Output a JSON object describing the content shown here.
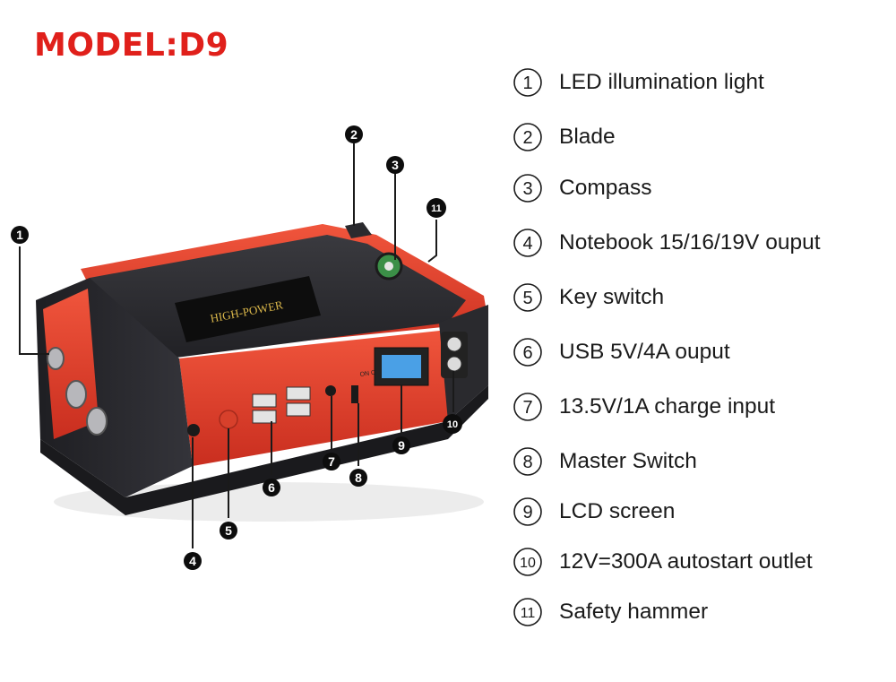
{
  "title": "MODEL:D9",
  "device_label": "HIGH-POWER",
  "switch_label": "ON OFF",
  "colors": {
    "title_red": "#e0201b",
    "shell_red": "#e8402c",
    "shell_dark": "#2b2b2f",
    "text_dark": "#1a1a1a",
    "badge_black": "#0d0d0d"
  },
  "legend": [
    {
      "num": "1",
      "text": "LED illumination light"
    },
    {
      "num": "2",
      "text": "Blade"
    },
    {
      "num": "3",
      "text": "Compass"
    },
    {
      "num": "4",
      "text": "Notebook 15/16/19V  ouput"
    },
    {
      "num": "5",
      "text": "Key switch"
    },
    {
      "num": "6",
      "text": "USB 5V/4A ouput"
    },
    {
      "num": "7",
      "text": "13.5V/1A charge input"
    },
    {
      "num": "8",
      "text": "Master  Switch"
    },
    {
      "num": "9",
      "text": "LCD screen"
    },
    {
      "num": "10",
      "text": "12V=300A  autostart  outlet"
    },
    {
      "num": "11",
      "text": "Safety hammer"
    }
  ],
  "callouts": [
    "1",
    "2",
    "3",
    "4",
    "5",
    "6",
    "7",
    "8",
    "9",
    "10",
    "11"
  ]
}
